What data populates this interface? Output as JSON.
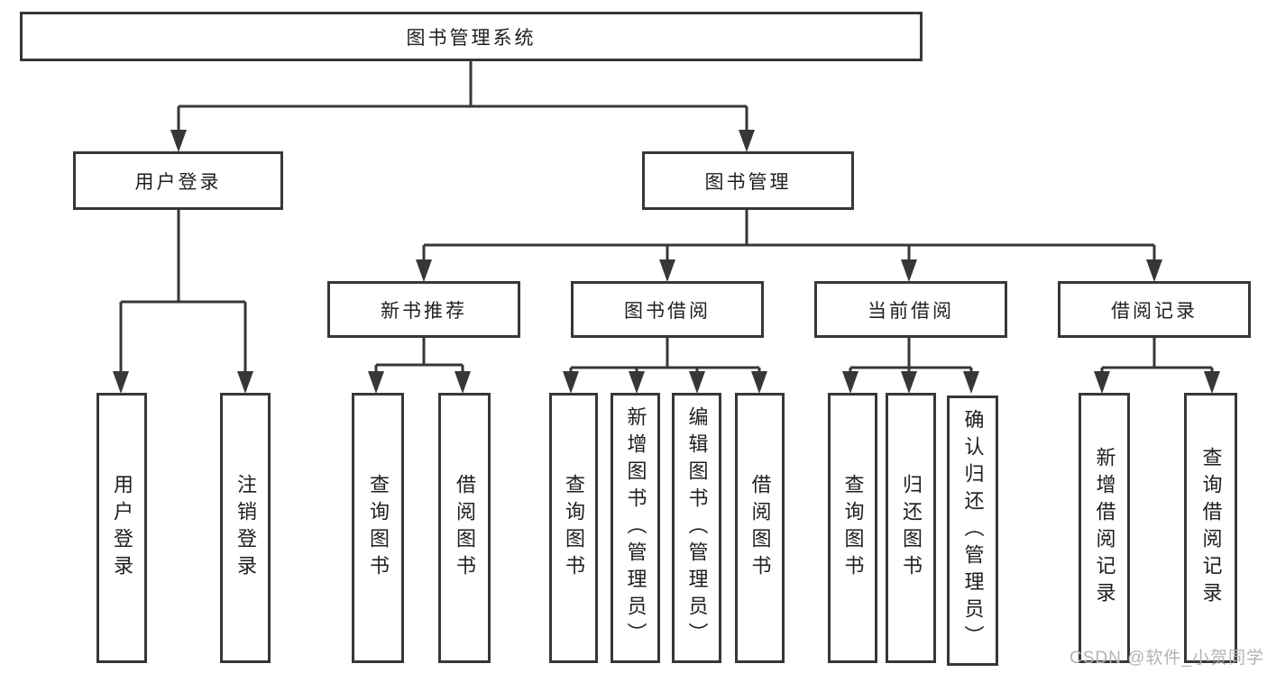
{
  "diagram": {
    "type": "hierarchy",
    "colors": {
      "line": "#373737",
      "text": "#1f1f1f",
      "box_background": "#ffffff",
      "watermark_text_color": "#b3b3b3"
    },
    "root": {
      "label": "图书管理系统"
    },
    "level2": [
      {
        "label": "用户登录"
      },
      {
        "label": "图书管理"
      }
    ],
    "level3": [
      {
        "label": "新书推荐"
      },
      {
        "label": "图书借阅"
      },
      {
        "label": "当前借阅"
      },
      {
        "label": "借阅记录"
      }
    ],
    "leaves": {
      "user_login": [
        {
          "label": "用户登录"
        },
        {
          "label": "注销登录"
        }
      ],
      "new_book": [
        {
          "label": "查询图书"
        },
        {
          "label": "借阅图书"
        }
      ],
      "borrow": [
        {
          "label": "查询图书"
        },
        {
          "label": "新增图书（管理员）"
        },
        {
          "label": "编辑图书（管理员）"
        },
        {
          "label": "借阅图书"
        }
      ],
      "current": [
        {
          "label": "查询图书"
        },
        {
          "label": "归还图书"
        },
        {
          "label": "确认归还（管理员）"
        }
      ],
      "records": [
        {
          "label": "新增借阅记录"
        },
        {
          "label": "查询借阅记录"
        }
      ]
    }
  },
  "watermark": {
    "text": "CSDN @软件_小贺同学"
  }
}
